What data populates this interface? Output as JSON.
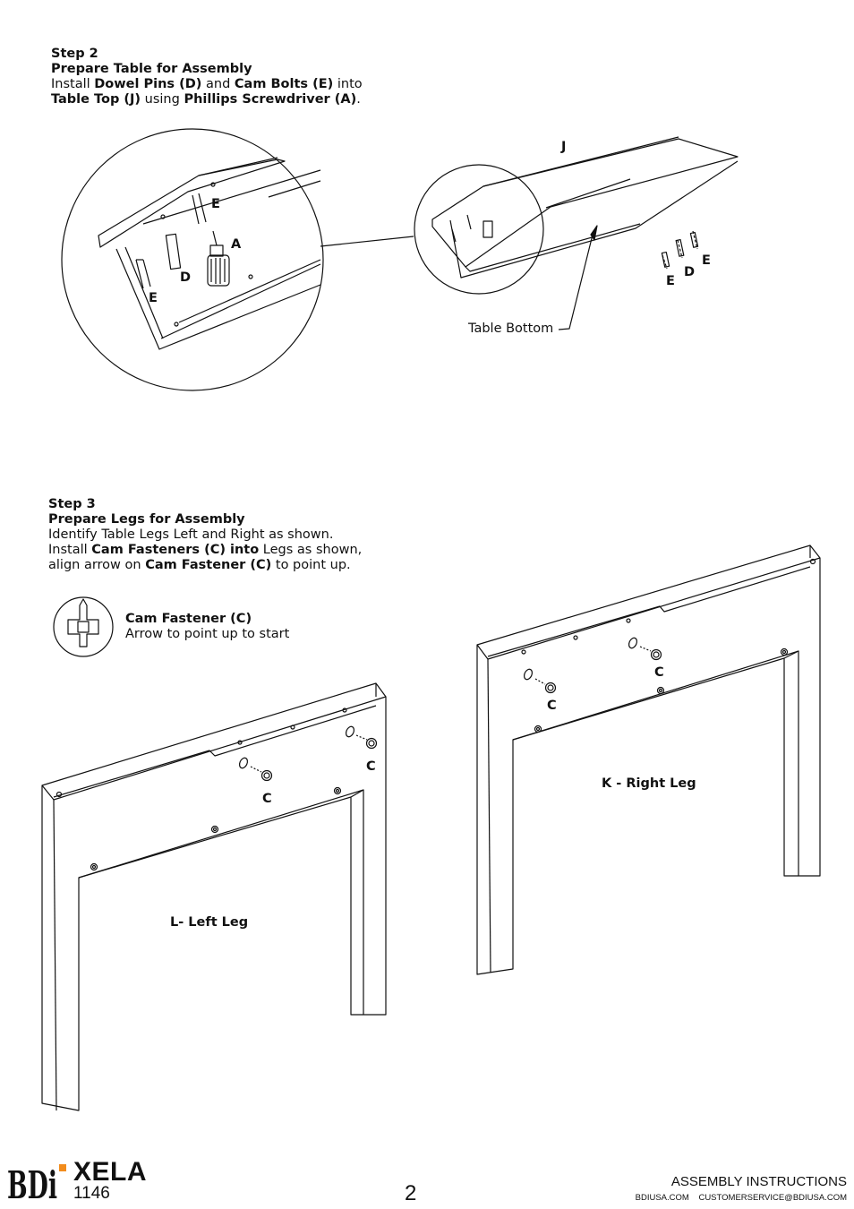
{
  "step2": {
    "step": "Step 2",
    "title": "Prepare Table for Assembly",
    "line1": {
      "a": "Install ",
      "b": "Dowel Pins (D)",
      "c": " and ",
      "d": "Cam Bolts (E)",
      "e": " into"
    },
    "line2": {
      "a": "Table Top (J)",
      "b": " using ",
      "c": "Phillips Screwdriver (A)",
      "d": "."
    },
    "labels": {
      "J": "J",
      "E": "E",
      "A": "A",
      "D": "D",
      "table_bottom": "Table Bottom"
    }
  },
  "step3": {
    "step": "Step 3",
    "title": "Prepare Legs for Assembly",
    "line1": "Identify Table Legs Left and Right as shown.",
    "line2": {
      "a": "Install ",
      "b": "Cam Fasteners (C) into",
      "c": " Legs as shown,"
    },
    "line3": {
      "a": "align arrow on ",
      "b": "Cam Fastener (C)",
      "c": " to point up."
    },
    "cam_title": "Cam Fastener (C)",
    "cam_note": "Arrow to point up to start",
    "label_C": "C",
    "left_leg": "L- Left Leg",
    "right_leg": "K - Right Leg"
  },
  "footer": {
    "logo": "BDi",
    "brand": "XELA",
    "model": "1146",
    "page": "2",
    "doc_type": "ASSEMBLY INSTRUCTIONS",
    "site": "BDIUSA.COM",
    "email": "CUSTOMERSERVICE@BDIUSA.COM"
  }
}
